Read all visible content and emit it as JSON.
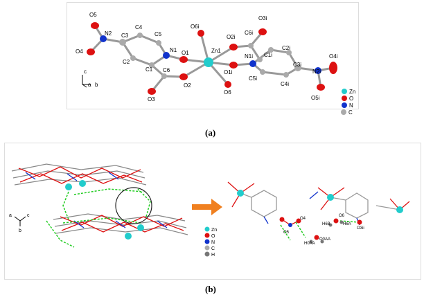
{
  "panel_a": {
    "caption": "(a)",
    "atom_labels": {
      "O5": "O5",
      "N2": "N2",
      "O4": "O4",
      "C3": "C3",
      "C4": "C4",
      "C5": "C5",
      "N1": "N1",
      "C2": "C2",
      "C1": "C1",
      "C6": "C6",
      "O3": "O3",
      "O1": "O1",
      "O2": "O2",
      "O6i": "O6i",
      "Zn1": "Zn1",
      "O6": "O6",
      "O2i": "O2i",
      "C6i": "C6i",
      "O3i": "O3i",
      "N1i": "N1i",
      "C1i": "C1i",
      "C2i": "C2i",
      "O1i": "O1i",
      "C5i": "C5i",
      "C4i": "C4i",
      "C3i": "C3i",
      "N2i": "N2i",
      "O4i": "O4i",
      "O5i": "O5i"
    },
    "axes": {
      "c": "c",
      "a": "a",
      "b": "b"
    },
    "legend": [
      {
        "label": "Zn",
        "color": "#22cccc"
      },
      {
        "label": "O",
        "color": "#dd1111"
      },
      {
        "label": "N",
        "color": "#1133cc"
      },
      {
        "label": "C",
        "color": "#aaaaaa"
      }
    ]
  },
  "panel_b": {
    "caption": "(b)",
    "axes": {
      "a": "a",
      "c": "c",
      "b": "b"
    },
    "legend": [
      {
        "label": "Zn",
        "color": "#22cccc"
      },
      {
        "label": "O",
        "color": "#dd1111"
      },
      {
        "label": "N",
        "color": "#1133cc"
      },
      {
        "label": "C",
        "color": "#aaaaaa"
      },
      {
        "label": "H",
        "color": "#777777"
      }
    ],
    "atom_labels": {
      "O4": "O4",
      "O5": "O5",
      "H0AA": "H0AA",
      "O0AA": "O0AA",
      "H6B": "H6B",
      "O6": "O6",
      "H6A": "H6A",
      "O3ii": "O3ii"
    },
    "arrow_color": "#f08020",
    "hbond_color": "#22cc22"
  }
}
